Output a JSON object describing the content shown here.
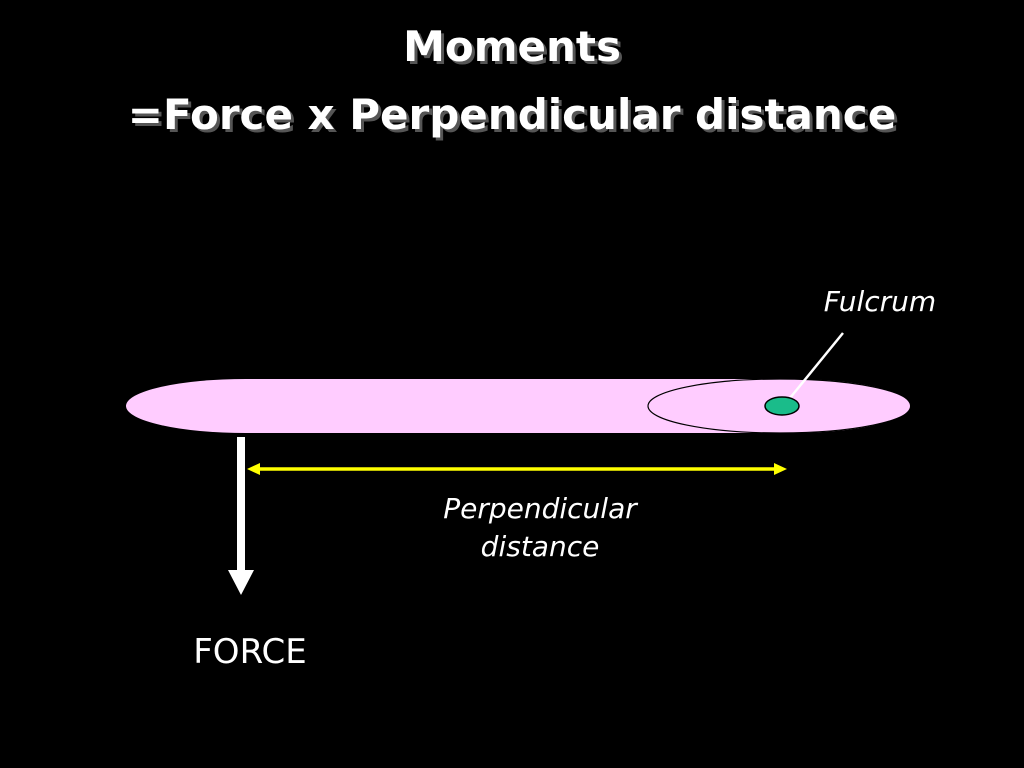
{
  "title": {
    "line1": "Moments",
    "line2": "=Force x Perpendicular distance"
  },
  "labels": {
    "fulcrum": "Fulcrum",
    "distance_line1": "Perpendicular",
    "distance_line2": "distance",
    "force": "FORCE"
  },
  "colors": {
    "background": "#000000",
    "lever": "#ffccff",
    "fulcrum": "#1abc8a",
    "distance_arrow": "#ffff00",
    "force_arrow": "#ffffff",
    "text": "#ffffff"
  }
}
